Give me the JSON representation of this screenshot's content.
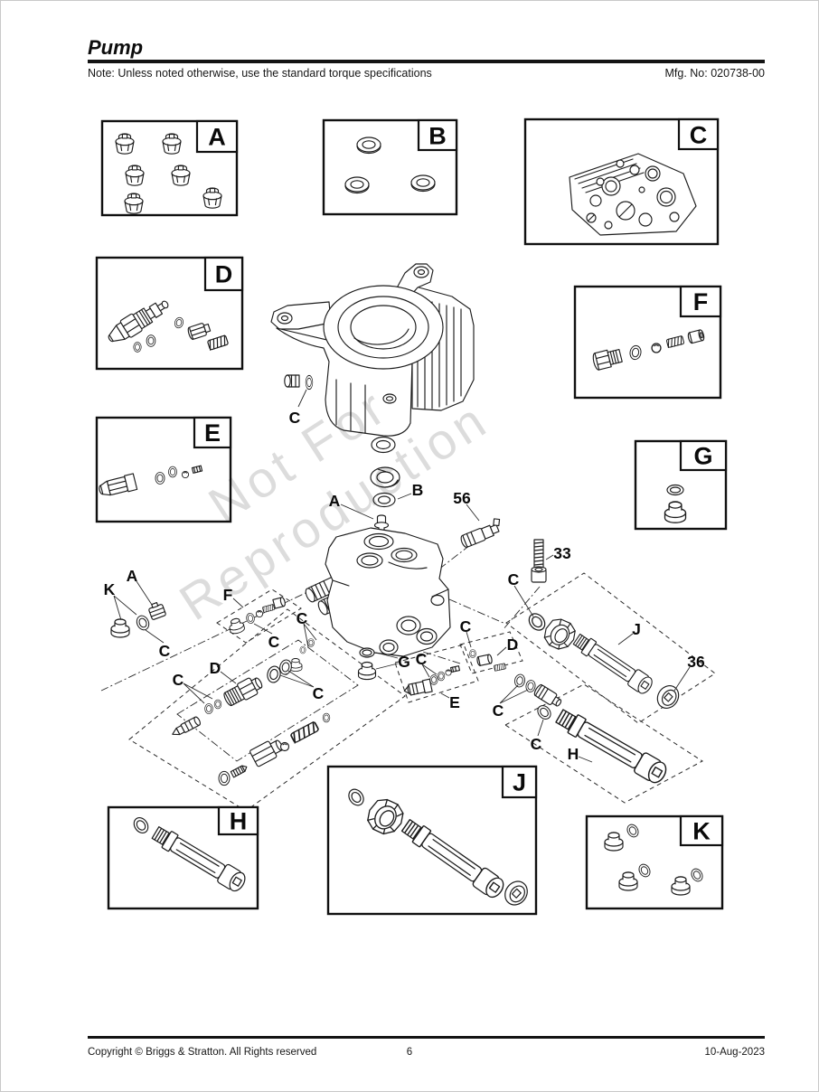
{
  "page": {
    "title": "Pump",
    "note": "Note: Unless noted otherwise, use the standard torque specifications",
    "mfg_no": "Mfg. No: 020738-00"
  },
  "watermark": {
    "line1": "Not For",
    "line2": "Reproduction"
  },
  "footer": {
    "copyright": "Copyright ©  Briggs & Stratton. All Rights reserved",
    "page_number": "6",
    "date": "10-Aug-2023"
  },
  "kits": [
    "A",
    "B",
    "C",
    "D",
    "E",
    "F",
    "G",
    "H",
    "J",
    "K"
  ],
  "callouts": [
    "C",
    "A",
    "B",
    "56",
    "33",
    "C",
    "K",
    "A",
    "C",
    "F",
    "C",
    "C",
    "D",
    "C",
    "C",
    "C",
    "D",
    "G",
    "C",
    "E",
    "C",
    "J",
    "36",
    "C",
    "H"
  ]
}
